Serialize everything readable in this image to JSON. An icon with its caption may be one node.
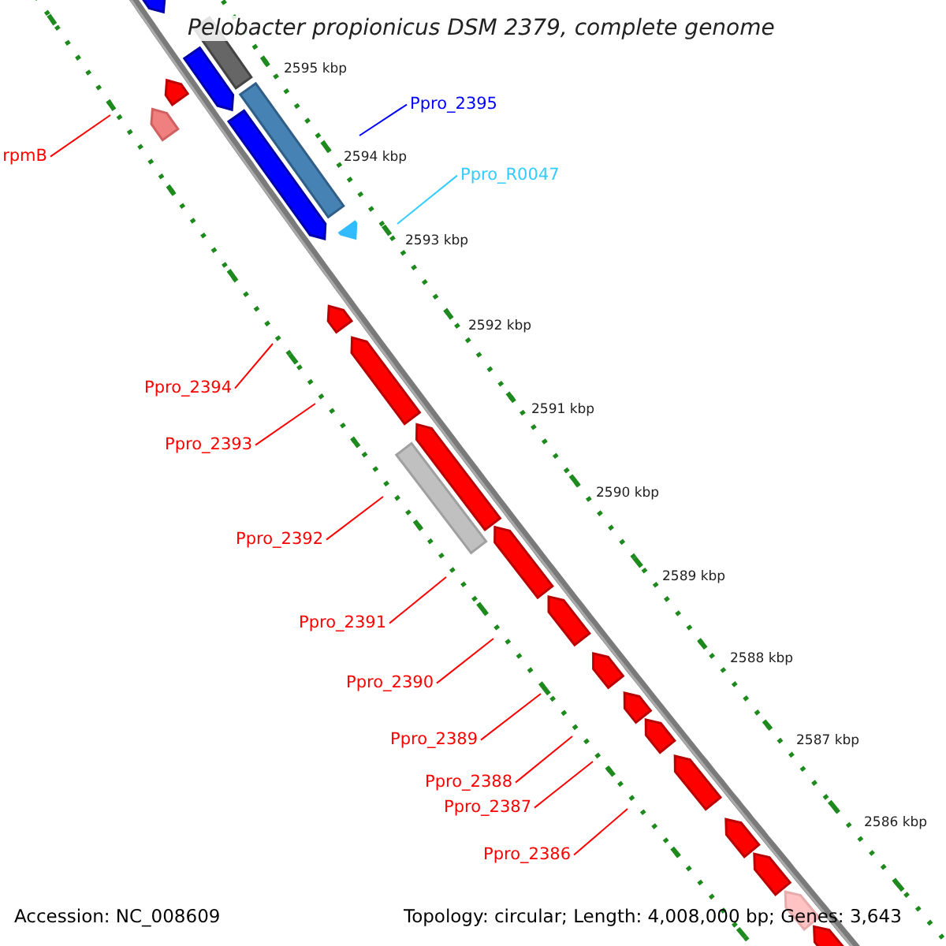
{
  "diagram": {
    "title": "Pelobacter propionicus DSM 2379, complete genome",
    "nodes": [
      {
        "text": [
          "rpmB"
        ]
      },
      {
        "text": [
          "Ppro_2395"
        ]
      },
      {
        "text": [
          "Ppro_R0047"
        ]
      },
      {
        "text": [
          "Ppro_2394"
        ]
      },
      {
        "text": [
          "Ppro_2393"
        ]
      },
      {
        "text": [
          "Ppro_2392"
        ]
      },
      {
        "text": [
          "Ppro_2391"
        ]
      },
      {
        "text": [
          "Ppro_2390"
        ]
      },
      {
        "text": [
          "Ppro_2389"
        ]
      },
      {
        "text": [
          "Ppro_2388"
        ]
      },
      {
        "text": [
          "Ppro_2387"
        ]
      },
      {
        "text": [
          "Ppro_2386"
        ]
      }
    ],
    "edges": [
      {
        "from": 0,
        "to": null,
        "arrow": "none"
      },
      {
        "from": 1,
        "to": null,
        "arrow": "none",
        "color": "#0000ff"
      },
      {
        "from": 2,
        "to": null,
        "arrow": "none",
        "color": "#33ccff"
      },
      {
        "from": 3,
        "to": null,
        "arrow": "none"
      },
      {
        "from": 4,
        "to": null,
        "arrow": "none"
      },
      {
        "from": 5,
        "to": null,
        "arrow": "none"
      },
      {
        "from": 6,
        "to": null,
        "arrow": "none"
      },
      {
        "from": 7,
        "to": null,
        "arrow": "none"
      },
      {
        "from": 8,
        "to": null,
        "arrow": "none"
      },
      {
        "from": 9,
        "to": null,
        "arrow": "none"
      },
      {
        "from": 10,
        "to": null,
        "arrow": "none"
      },
      {
        "from": 11,
        "to": null,
        "arrow": "none"
      }
    ],
    "labels": [
      "2595 kbp",
      "2594 kbp",
      "2593 kbp",
      "2592 kbp",
      "2591 kbp",
      "2590 kbp",
      "2589 kbp",
      "2588 kbp",
      "2587 kbp",
      "2586 kbp",
      "Accession: NC_008609",
      "Topology: circular; Length: 4,008,000 bp; Genes: 3,643"
    ]
  }
}
